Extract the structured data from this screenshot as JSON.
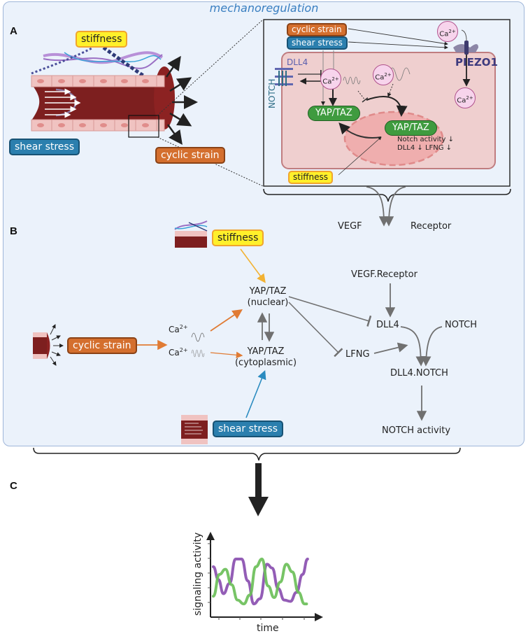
{
  "title": "mechanoregulation",
  "panels": {
    "a": "A",
    "b": "B",
    "c": "C"
  },
  "colors": {
    "panel_bg": "#ebf2fb",
    "panel_border": "#9fb6d9",
    "stiffness": "#fff02a",
    "cyclic_strain": "#d46f2e",
    "shear_stress": "#2b7fae",
    "yaptaz": "#3f9b3f",
    "vessel": "#7d1f1f",
    "cell": "#f0c3c1",
    "orange_arrow": "#e07b34",
    "yellow_arrow": "#f2b233",
    "blue_arrow": "#2a8bc0",
    "gray_arrow": "#707070",
    "series_purple": "#8a4fb0",
    "series_green": "#6bbf59"
  },
  "panel_a": {
    "vessel_labels": {
      "stiffness": "stiffness",
      "shear_stress": "shear stress",
      "cyclic_strain": "cyclic strain"
    },
    "inset": {
      "cyclic_strain": "cyclic strain",
      "shear_stress": "shear stress",
      "stiffness": "stiffness",
      "dll4": "DLL4",
      "notch": "NOTCH",
      "piezo1": "PIEZO1",
      "ca": "Ca",
      "ca_charge": "2+",
      "yaptaz_cyto": "YAP/TAZ",
      "yaptaz_nuc": "YAP/TAZ",
      "nuc_text1": "Notch activity ↓",
      "nuc_text2": "DLL4 ↓ LFNG ↓"
    }
  },
  "panel_b": {
    "stiffness": "stiffness",
    "cyclic_strain": "cyclic strain",
    "shear_stress": "shear stress",
    "ca": "Ca",
    "ca_charge": "2+",
    "yaptaz_nuclear_1": "YAP/TAZ",
    "yaptaz_nuclear_2": "(nuclear)",
    "yaptaz_cyto_1": "YAP/TAZ",
    "yaptaz_cyto_2": "(cytoplasmic)",
    "vegf": "VEGF",
    "receptor": "Receptor",
    "vegf_receptor": "VEGF.Receptor",
    "dll4": "DLL4",
    "notch": "NOTCH",
    "lfng": "LFNG",
    "dll4_notch": "DLL4.NOTCH",
    "notch_activity": "NOTCH activity"
  },
  "chart_data": {
    "type": "line",
    "title": "",
    "xlabel": "time",
    "ylabel": "signaling activity",
    "grid": false,
    "legend": "none",
    "xlim": [
      0,
      10
    ],
    "ylim": [
      0,
      6
    ],
    "series": [
      {
        "name": "purple",
        "color": "#8a4fb0",
        "x": [
          0,
          0.5,
          1.0,
          1.6,
          2.2,
          2.8,
          3.4,
          4.0,
          4.6,
          5.3,
          5.8,
          6.4,
          7.0,
          7.6,
          8.2,
          8.8,
          9.3
        ],
        "y": [
          3.6,
          2.6,
          1.5,
          2.3,
          4.2,
          4.2,
          2.5,
          0.7,
          1.1,
          3.8,
          3.5,
          1.9,
          1.0,
          0.9,
          1.6,
          3.0,
          4.2
        ]
      },
      {
        "name": "green",
        "color": "#6bbf59",
        "x": [
          0,
          0.6,
          1.2,
          1.8,
          2.4,
          3.0,
          3.6,
          4.2,
          4.8,
          5.4,
          6.0,
          6.6,
          7.2,
          7.8,
          8.4,
          9.0,
          9.2
        ],
        "y": [
          1.3,
          3.0,
          3.4,
          2.2,
          1.0,
          0.7,
          1.4,
          3.6,
          4.2,
          2.1,
          1.2,
          2.4,
          3.8,
          3.2,
          1.6,
          0.7,
          0.7
        ]
      }
    ]
  }
}
